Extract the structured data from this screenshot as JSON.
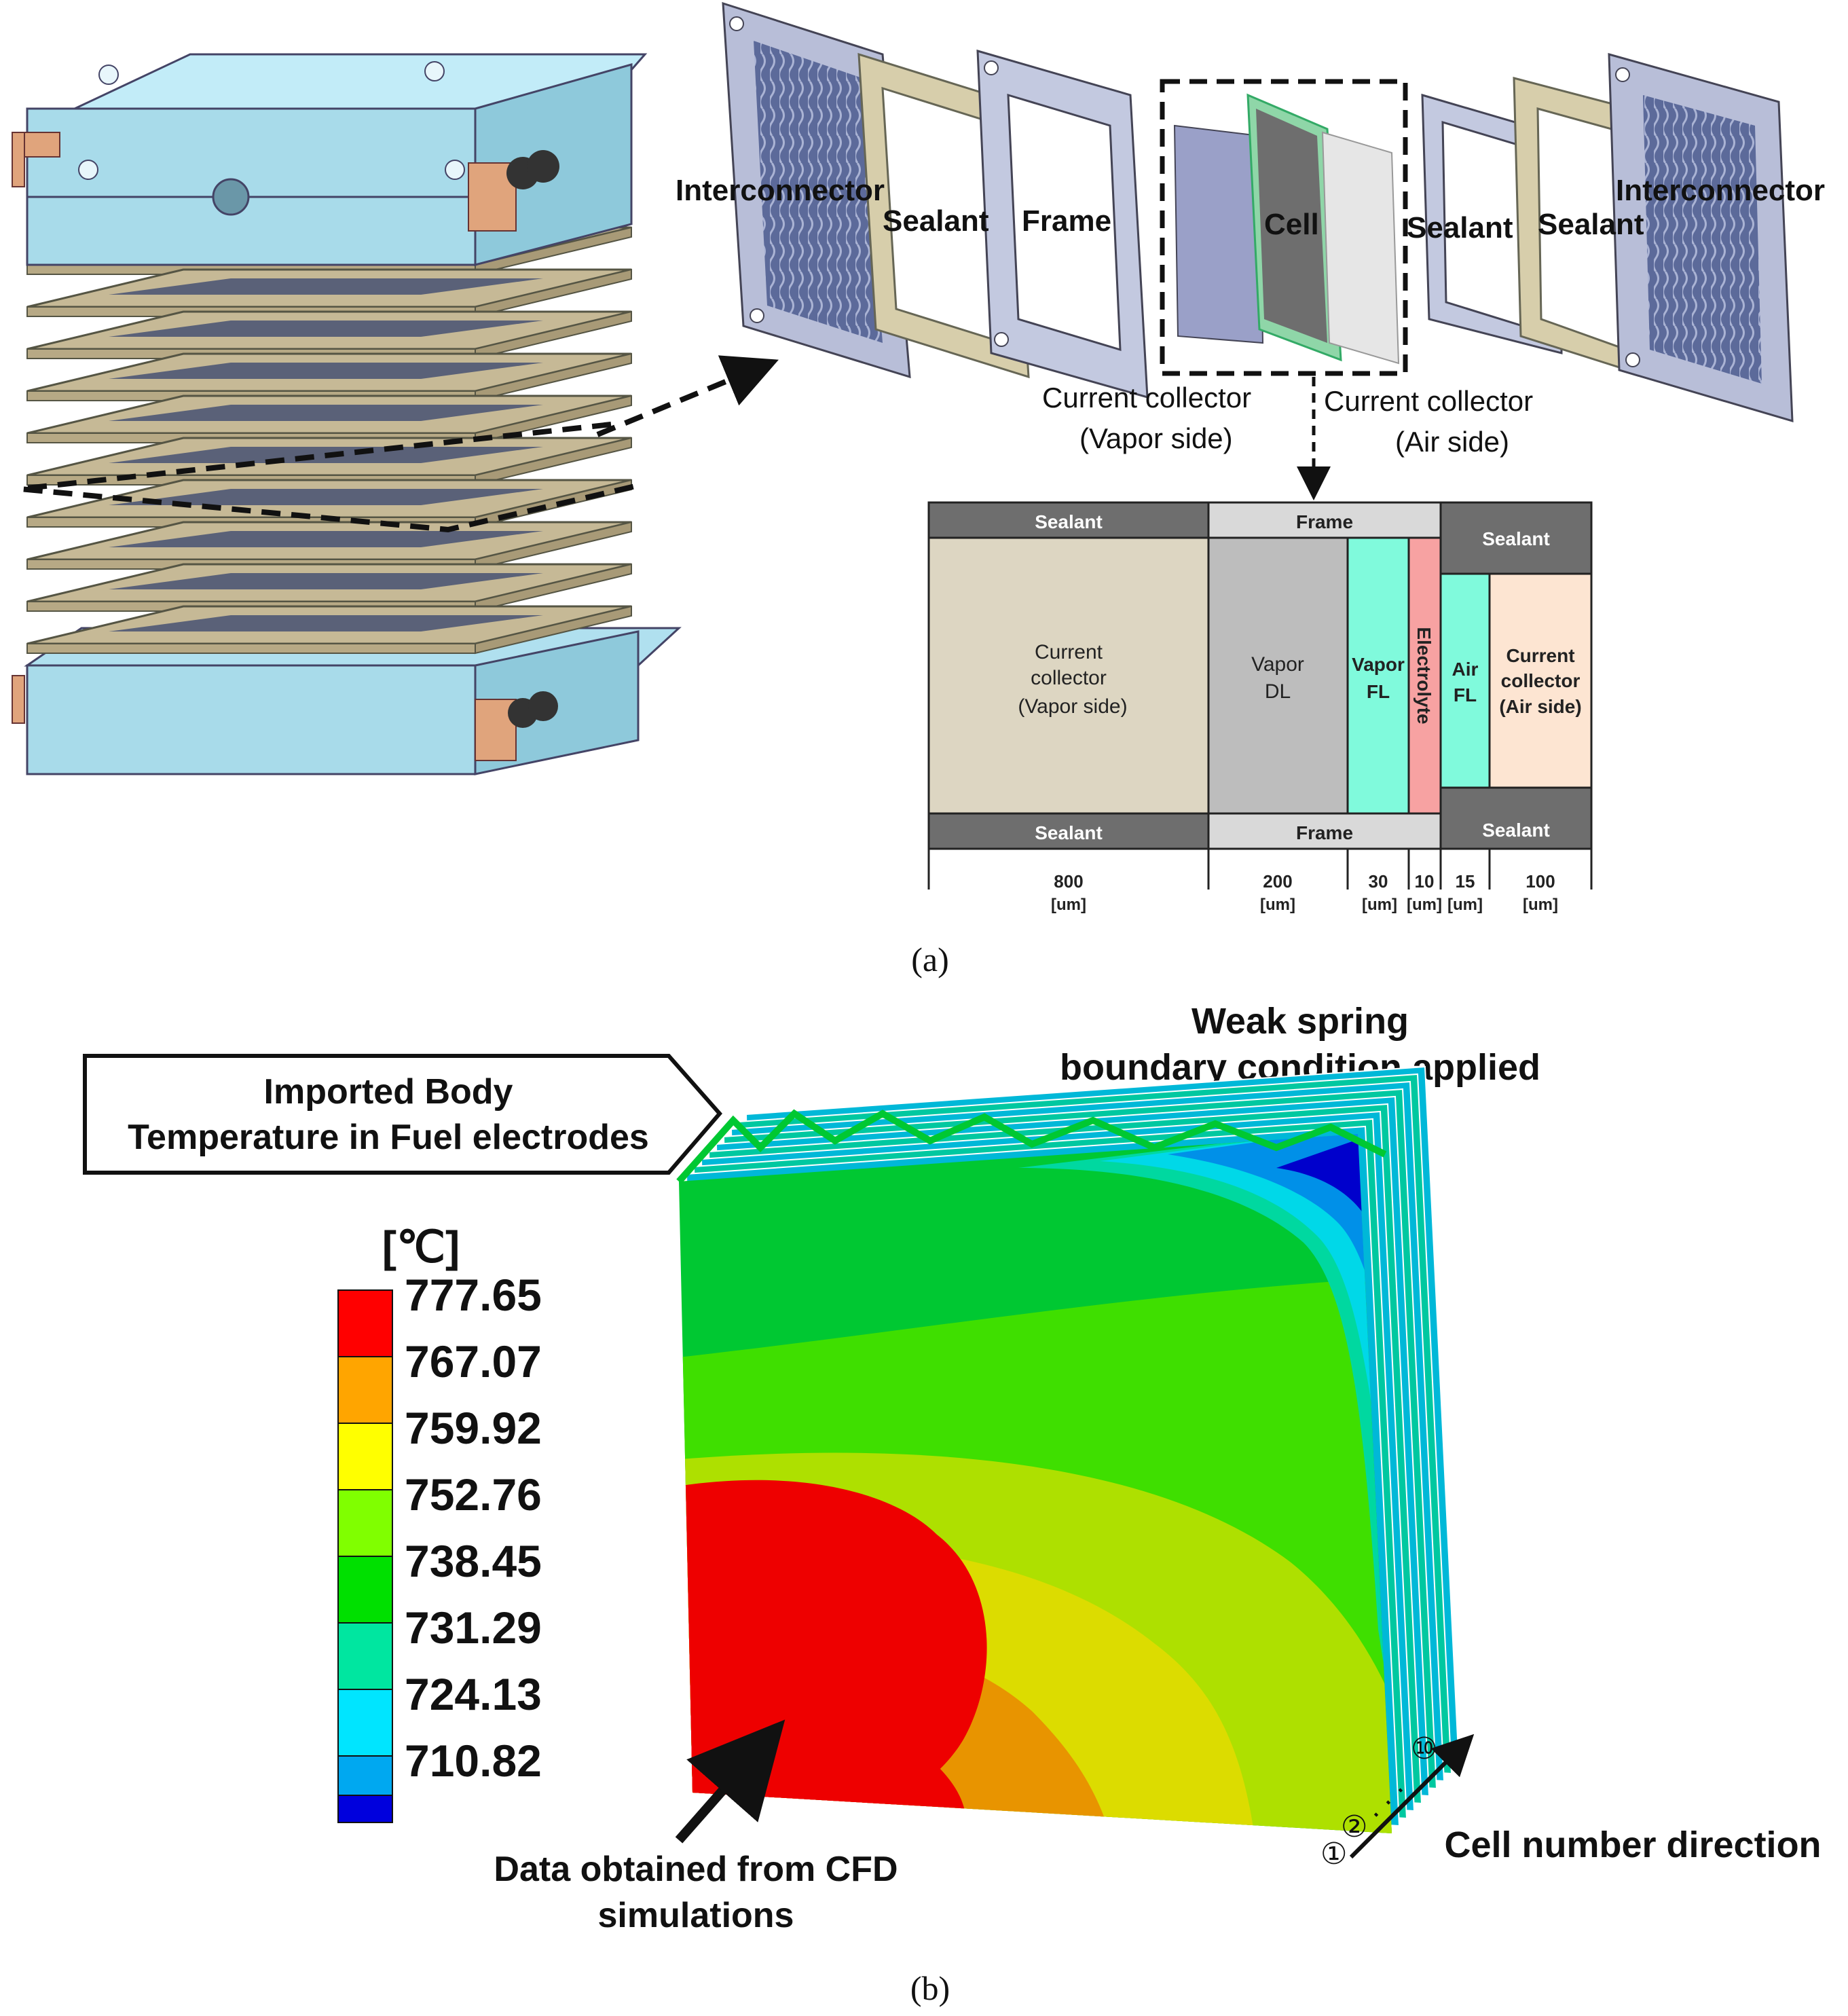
{
  "panel_a": {
    "caption": "(a)",
    "components": {
      "interconnector_left": "Interconnector",
      "sealant_left": "Sealant",
      "frame": "Frame",
      "cell": "Cell",
      "sealant_right_1": "Sealant",
      "sealant_right_2": "Sealant",
      "interconnector_right": "Interconnector",
      "current_collector_vapor_line1": "Current collector",
      "current_collector_vapor_line2": "(Vapor side)",
      "current_collector_air_line1": "Current collector",
      "current_collector_air_line2": "(Air side)"
    },
    "cross_section": {
      "top_labels": {
        "sealant_left": "Sealant",
        "frame": "Frame",
        "sealant_right": "Sealant"
      },
      "bottom_labels": {
        "sealant_left": "Sealant",
        "frame": "Frame",
        "sealant_right": "Sealant"
      },
      "layers": {
        "cc_vapor": [
          "Current",
          "collector",
          "(Vapor side)"
        ],
        "vapor_dl": [
          "Vapor",
          "DL"
        ],
        "vapor_fl": [
          "Vapor",
          "FL"
        ],
        "electrolyte": "Electrolyte",
        "air_fl": [
          "Air",
          "FL"
        ],
        "cc_air": [
          "Current",
          "collector",
          "(Air side)"
        ]
      },
      "thickness": [
        {
          "value": "800",
          "unit": "[um]"
        },
        {
          "value": "200",
          "unit": "[um]"
        },
        {
          "value": "30",
          "unit": "[um]"
        },
        {
          "value": "10",
          "unit": "[um]"
        },
        {
          "value": "15",
          "unit": "[um]"
        },
        {
          "value": "100",
          "unit": "[um]"
        }
      ],
      "colors": {
        "sealant": "#6e6e6e",
        "frame": "#d9d9d9",
        "cc_vapor": "#ddd6c2",
        "vapor_dl": "#bdbdbd",
        "vapor_fl": "#80fadc",
        "electrolyte": "#f7a2a2",
        "air_fl": "#80fadc",
        "cc_air": "#fde5d2"
      }
    }
  },
  "panel_b": {
    "caption": "(b)",
    "callout_line1": "Imported Body",
    "callout_line2": "Temperature in Fuel electrodes",
    "top_label_line1": "Weak spring",
    "top_label_line2": "boundary condition applied",
    "legend_unit": "[℃]",
    "legend": [
      {
        "value": "777.65",
        "color": "#ff0000"
      },
      {
        "value": "767.07",
        "color": "#ffa500"
      },
      {
        "value": "759.92",
        "color": "#ffff00"
      },
      {
        "value": "752.76",
        "color": "#80ff00"
      },
      {
        "value": "738.45",
        "color": "#00e000"
      },
      {
        "value": "731.29",
        "color": "#00e6a0"
      },
      {
        "value": "724.13",
        "color": "#00e5ff"
      },
      {
        "value": "710.82",
        "color": "#00a8f0"
      }
    ],
    "legend_bottom_color": "#0000dd",
    "data_label_line1": "Data obtained from CFD",
    "data_label_line2": "simulations",
    "cell_markers": {
      "first": "①",
      "second": "②",
      "dots": "· · ·",
      "last": "⑩"
    },
    "direction_label": "Cell number direction",
    "contour_colors": [
      "#00cc33",
      "#33dd00",
      "#aadd00",
      "#dddd00",
      "#e89400",
      "#ee0000",
      "#00d8a0",
      "#00d8e8",
      "#0090e8",
      "#0000cc"
    ]
  }
}
